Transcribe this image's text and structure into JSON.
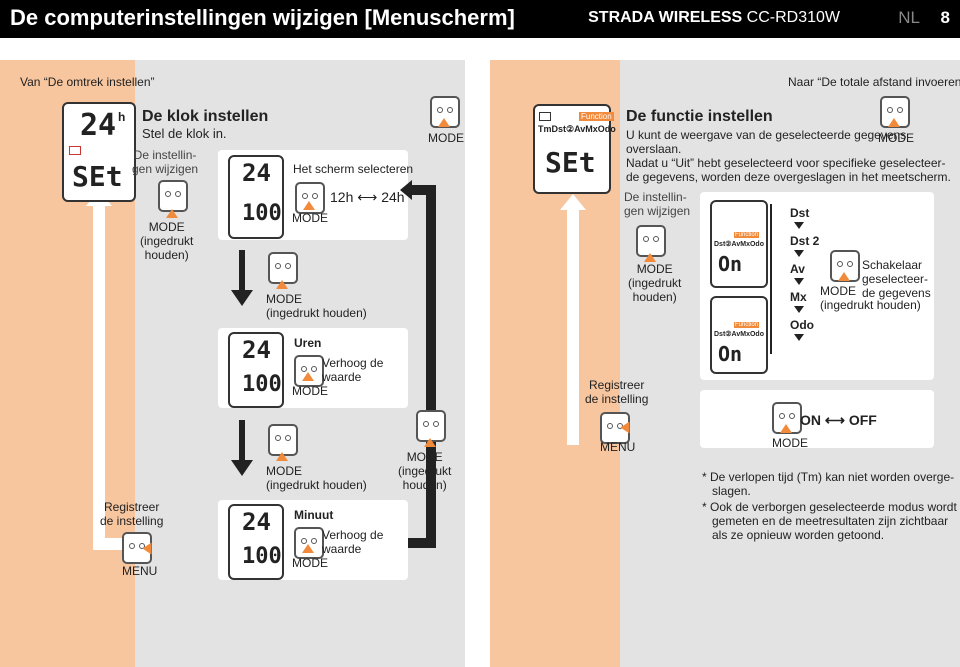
{
  "header": {
    "title": "De computerinstellingen wijzigen [Menuscherm]",
    "model_bold": "STRADA WIRELESS",
    "model_code": "CC-RD310W",
    "lang": "NL",
    "page": "8"
  },
  "nav": {
    "from": "Van “De omtrek instellen”",
    "to": "Naar “De totale afstand invoeren”"
  },
  "clock": {
    "title": "De klok instellen",
    "subtitle": "Stel de klok in.",
    "enter_label": "De instellin-\ngen wijzigen",
    "mode_hold": "MODE\n(ingedrukt\nhouden)",
    "screen_select": "Het scherm selecteren",
    "format_12": "12h",
    "format_24": "24h",
    "hours": "Uren",
    "increase": "Verhoog de\nwaarde",
    "minutes": "Minuut",
    "mode": "MODE",
    "mode_hold_inline": "MODE\n(ingedrukt houden)",
    "mode_top": "MODE",
    "register": "Registreer\nde instelling",
    "menu": "MENU"
  },
  "lcd": {
    "h24": "24",
    "h_suffix": "h",
    "set": "SEt",
    "minutes": "100"
  },
  "function": {
    "title": "De functie instellen",
    "desc1": "U kunt de weergave van de geselecteerde gegevens",
    "desc2": "overslaan.",
    "desc3": "Nadat u “Uit” hebt geselecteerd voor specifieke geselecteer-",
    "desc4": "de gegevens, worden deze overgeslagen in het meetscherm.",
    "enter_label": "De instellin-\ngen wijzigen",
    "mode_hold": "MODE\n(ingedrukt\nhouden)",
    "mode_top": "MODE",
    "select_label": "Schakelaar\ngeselecteer-\nde gegevens",
    "select_mode": "MODE\n(ingedrukt houden)",
    "register": "Registreer\nde instelling",
    "menu": "MENU",
    "on": "ON",
    "off": "OFF",
    "mode": "MODE",
    "lcd_tag": "Function",
    "lcd_items_full": "TmDst②AvMxOdo",
    "lcd_items_small": "Dst②AvMxOdo",
    "lcd_items_small2": "Dst②AvMxOdo",
    "lcd_on": "On",
    "items": [
      "Dst",
      "Dst 2",
      "Av",
      "Mx",
      "Odo"
    ],
    "note1": "* De verlopen tijd (Tm) kan niet worden overge-\n   slagen.",
    "note2": "* Ook de verborgen geselecteerde modus wordt\n   gemeten en de meetresultaten zijn zichtbaar\n   als ze opnieuw worden getoond."
  }
}
